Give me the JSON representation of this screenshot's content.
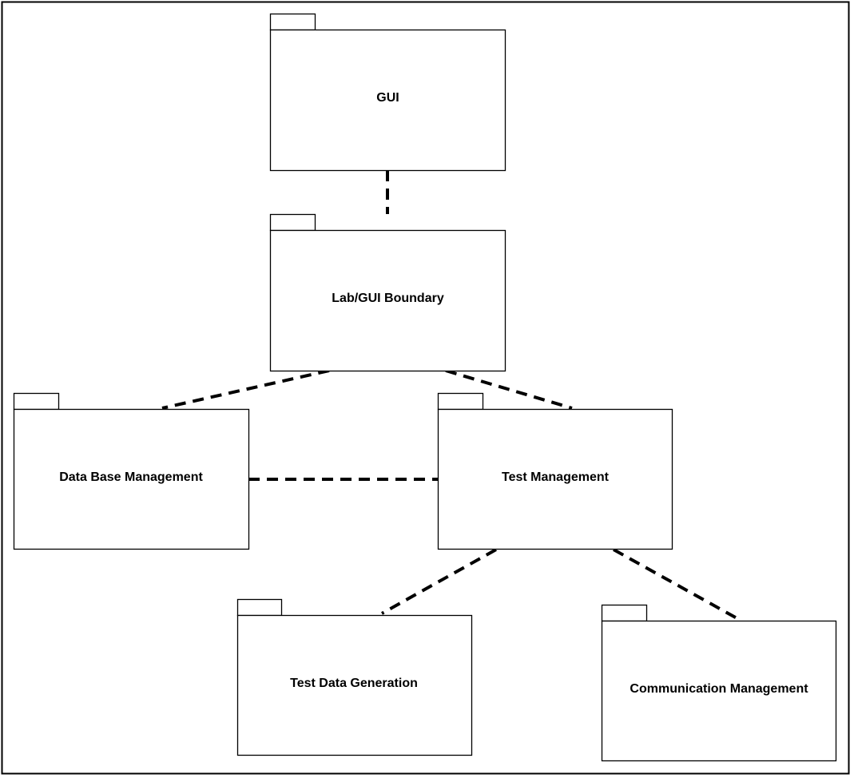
{
  "diagram": {
    "type": "uml-package-diagram",
    "colors": {
      "stroke": "#000000",
      "fill": "#ffffff",
      "text": "#000000"
    },
    "packages": [
      {
        "id": "gui",
        "label": "GUI"
      },
      {
        "id": "lab-gui-boundary",
        "label": "Lab/GUI Boundary"
      },
      {
        "id": "data-base-management",
        "label": "Data Base Management"
      },
      {
        "id": "test-management",
        "label": "Test Management"
      },
      {
        "id": "test-data-generation",
        "label": "Test Data Generation"
      },
      {
        "id": "communication-management",
        "label": "Communication Management"
      }
    ],
    "connections": [
      {
        "from": "gui",
        "to": "lab-gui-boundary",
        "style": "dashed"
      },
      {
        "from": "lab-gui-boundary",
        "to": "data-base-management",
        "style": "dashed"
      },
      {
        "from": "lab-gui-boundary",
        "to": "test-management",
        "style": "dashed"
      },
      {
        "from": "data-base-management",
        "to": "test-management",
        "style": "dashed"
      },
      {
        "from": "test-management",
        "to": "test-data-generation",
        "style": "dashed"
      },
      {
        "from": "test-management",
        "to": "communication-management",
        "style": "dashed"
      }
    ]
  }
}
